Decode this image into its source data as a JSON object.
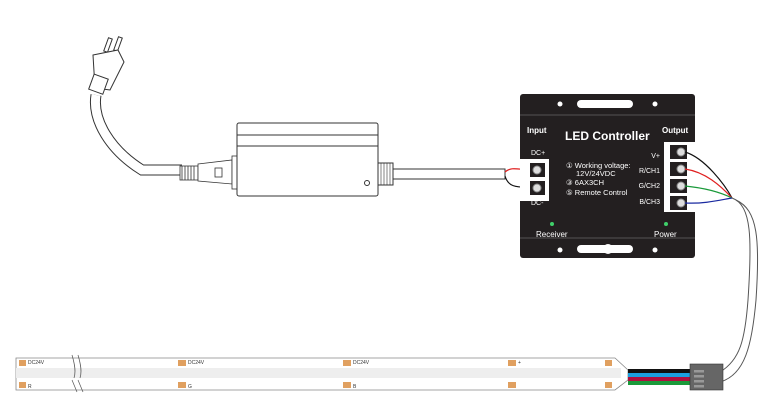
{
  "controller": {
    "title": "LED Controller",
    "input_label": "Input",
    "output_label": "Output",
    "dc_plus": "DC+",
    "dc_minus": "DC-",
    "specs": [
      "① Working voltage:",
      "12V/24VDC",
      "③ 6AX3CH",
      "⑤ Remote Control"
    ],
    "outputs": [
      "V+",
      "R/CH1",
      "G/CH2",
      "B/CH3"
    ],
    "receiver_label": "Receiver",
    "power_label": "Power"
  },
  "strip": {
    "voltage_label": "DC24V",
    "pad_labels": [
      "+",
      "R",
      "G",
      "B"
    ]
  },
  "colors": {
    "controller_body": "#231f20",
    "wire_red": "#e02020",
    "wire_green": "#1a9a3a",
    "wire_blue": "#1a2aa0",
    "wire_black": "#111111",
    "led_green": "#3fd06a",
    "pad_copper": "#e0a060",
    "connector_blue": "#1aa0e0",
    "connector_red": "#b01040"
  }
}
